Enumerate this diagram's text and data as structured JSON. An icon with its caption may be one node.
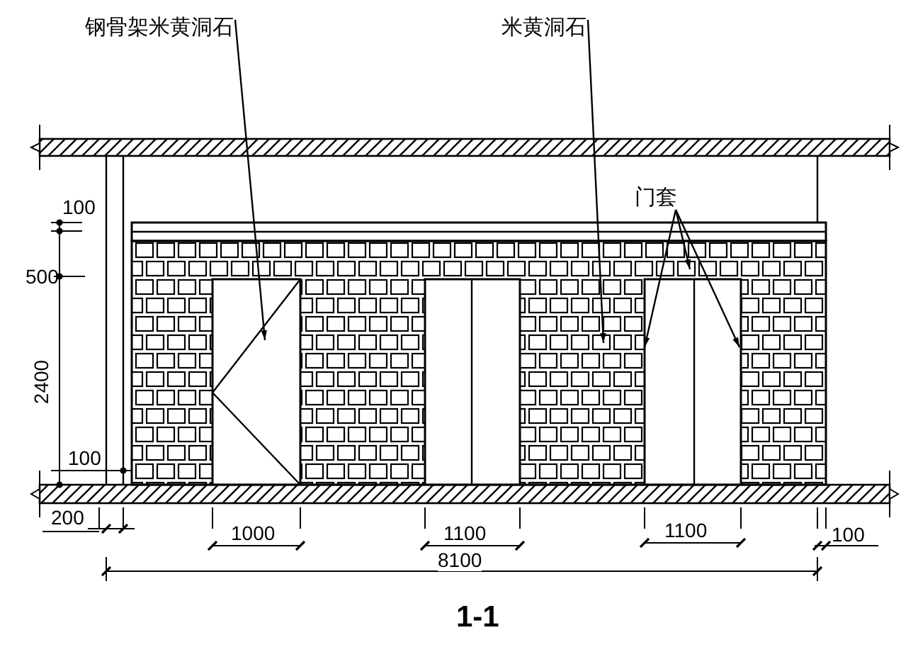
{
  "diagram": {
    "caption": "1-1",
    "nodes": [
      {
        "text": [
          "钢骨架米黄洞石"
        ]
      },
      {
        "text": [
          "米黄洞石"
        ]
      },
      {
        "text": [
          "门套"
        ]
      }
    ],
    "edges": [
      {
        "from": 0,
        "to": null,
        "arrow": "to"
      },
      {
        "from": 1,
        "to": null,
        "arrow": "to"
      },
      {
        "from": 2,
        "to": null,
        "arrow": "to"
      },
      {
        "from": 2,
        "to": null,
        "arrow": "to"
      },
      {
        "from": 2,
        "to": null,
        "arrow": "to"
      }
    ],
    "labels": [
      "100",
      "500",
      "2400",
      "100",
      "200",
      "1000",
      "1100",
      "1100",
      "100",
      "8100"
    ]
  }
}
